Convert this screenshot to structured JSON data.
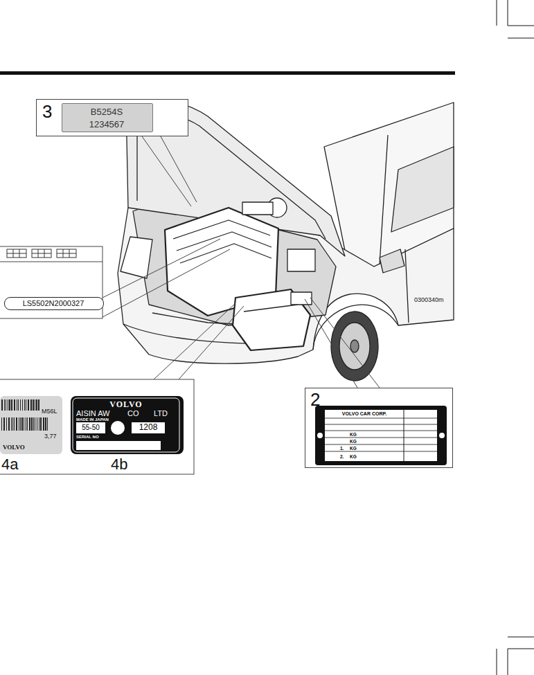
{
  "diagram": {
    "nodes": [
      {
        "text": [
          "3"
        ]
      },
      {
        "text": [
          "B5254S",
          "1234567"
        ],
        "in": 0
      },
      {
        "text": [
          "LS5502N2000327"
        ]
      },
      {
        "text": [
          "M56L",
          "3,77",
          "VOLVO"
        ]
      },
      {
        "text": [
          "VOLVO",
          "AISIN AW",
          "CO",
          "LTD",
          "MADE IN JAPAN",
          "55-50",
          "1208",
          "SERIAL NO"
        ]
      },
      {
        "text": [
          "2"
        ]
      },
      {
        "text": [
          "VOLVO CAR CORP.",
          "KG",
          "KG",
          "1.",
          "KG",
          "2.",
          "KG"
        ],
        "in": 5
      }
    ],
    "labels": [
      "4a",
      "4b",
      "0300340m"
    ]
  }
}
